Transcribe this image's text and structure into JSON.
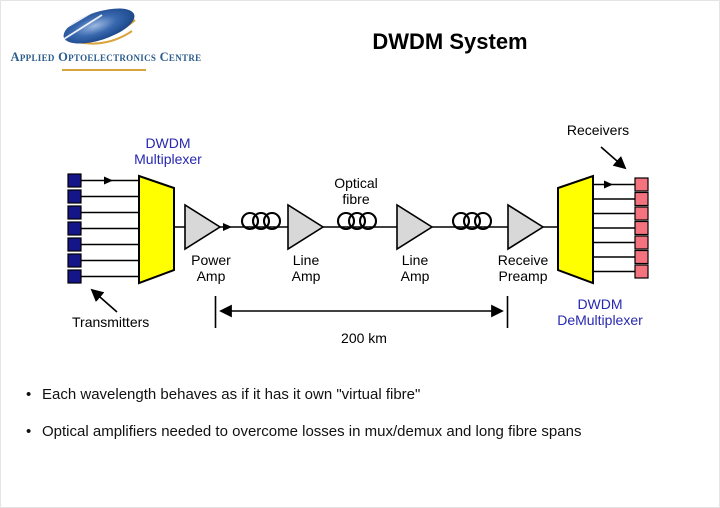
{
  "slide": {
    "title": "DWDM System"
  },
  "logo": {
    "org_name": "Applied Optoelectronics Centre"
  },
  "diagram": {
    "mux_label": "DWDM\nMultiplexer",
    "demux_label": "DWDM\nDeMultiplexer",
    "power_amp_label": "Power\nAmp",
    "line_amp1_label": "Line\nAmp",
    "line_amp2_label": "Line\nAmp",
    "receive_preamp_label": "Receive\nPreamp",
    "optical_fibre_label": "Optical\nfibre",
    "receivers_label": "Receivers",
    "transmitters_label": "Transmitters",
    "distance_label": "200 km",
    "transmitter_count": 7,
    "receiver_count": 7
  },
  "bullets": {
    "marker": "•",
    "items": [
      "Each wavelength behaves as if it has it own \"virtual fibre\"",
      "Optical amplifiers needed to overcome losses in mux/demux and long fibre spans"
    ]
  },
  "colors": {
    "accent_yellow": "#ffff00",
    "amp_gray": "#d8d8d8",
    "transmitter_navy": "#15158a",
    "receiver_pink": "#f4737f",
    "diagram_label_blue": "#2828b0",
    "logo_text_blue": "#2b5c8c",
    "logo_ellipse_blue": "#2f5fa8",
    "logo_gold": "#d9a43c"
  }
}
